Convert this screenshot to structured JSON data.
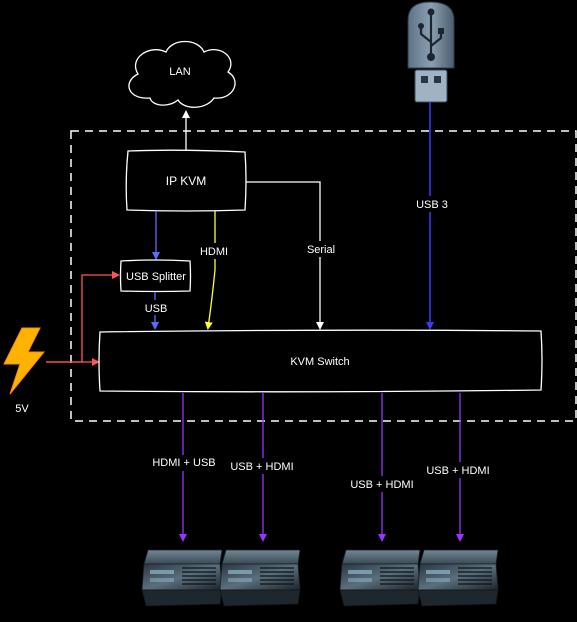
{
  "nodes": {
    "lan": "LAN",
    "ip_kvm": "IP KVM",
    "usb_splitter": "USB Splitter",
    "kvm_switch": "KVM Switch",
    "power": "5V"
  },
  "connections": {
    "hdmi": "HDMI",
    "serial": "Serial",
    "usb": "USB",
    "usb3": "USB 3",
    "out1": "HDMI + USB",
    "out2": "USB + HDMI",
    "out3": "USB + HDMI",
    "out4": "USB + HDMI"
  },
  "colors": {
    "background": "#000000",
    "line_white": "#ffffff",
    "usb_blue": "#5b6bff",
    "usb3_blue": "#2a2aff",
    "hdmi_yellow": "#ffff33",
    "power_red": "#ff5555",
    "output_purple": "#9933ff",
    "lightning": "#ffaa00"
  },
  "icons": [
    "cloud-icon",
    "usb-drive-icon",
    "lightning-icon",
    "server-icon"
  ]
}
